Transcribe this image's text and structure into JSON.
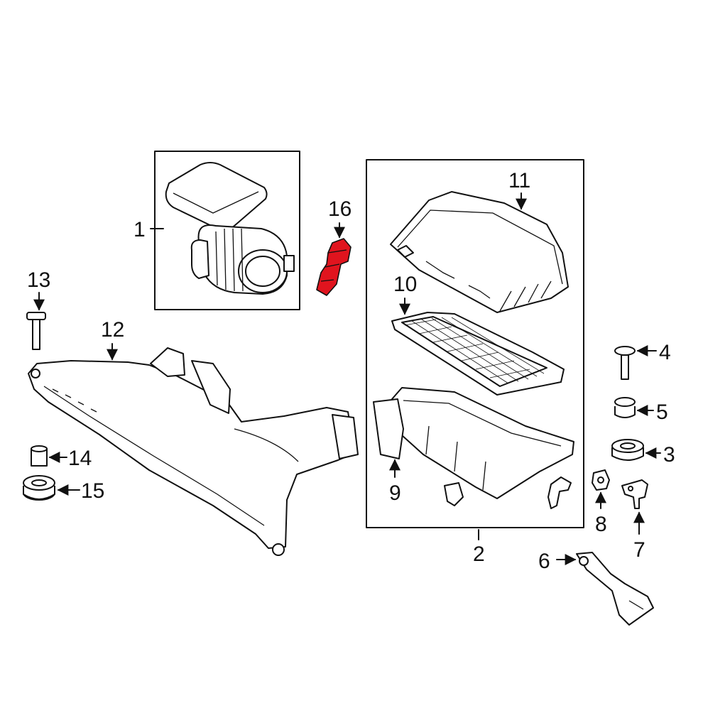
{
  "highlight_color": "#e0141e",
  "line_color": "#111111",
  "callouts": [
    {
      "id": "1",
      "text": "1"
    },
    {
      "id": "2",
      "text": "2"
    },
    {
      "id": "3",
      "text": "3"
    },
    {
      "id": "4",
      "text": "4"
    },
    {
      "id": "5",
      "text": "5"
    },
    {
      "id": "6",
      "text": "6"
    },
    {
      "id": "7",
      "text": "7"
    },
    {
      "id": "8",
      "text": "8"
    },
    {
      "id": "9",
      "text": "9"
    },
    {
      "id": "10",
      "text": "10"
    },
    {
      "id": "11",
      "text": "11"
    },
    {
      "id": "12",
      "text": "12"
    },
    {
      "id": "13",
      "text": "13"
    },
    {
      "id": "14",
      "text": "14"
    },
    {
      "id": "15",
      "text": "15"
    },
    {
      "id": "16",
      "text": "16"
    }
  ]
}
